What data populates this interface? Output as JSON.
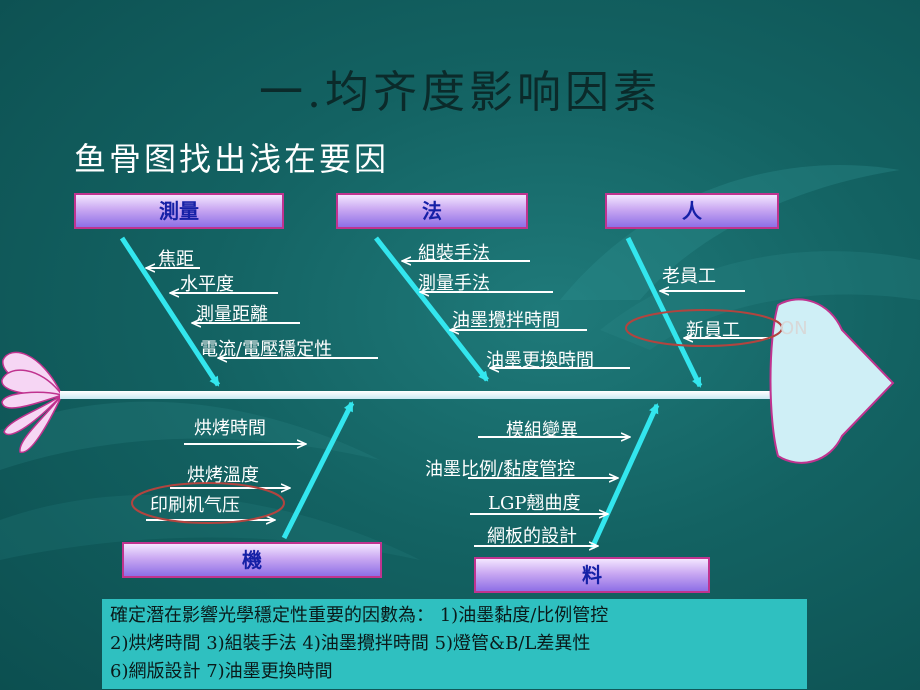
{
  "title": "一.均齐度影响因素",
  "subtitle": "鱼骨图找出浅在要因",
  "categories": {
    "measure": "測量",
    "method": "法",
    "man": "人",
    "machine": "機",
    "material": "料"
  },
  "causes": {
    "measure": [
      "焦距",
      "水平度",
      "測量距離",
      "電流/電壓穩定性"
    ],
    "method": [
      "組裝手法",
      "測量手法",
      "油墨攪拌時間",
      "油墨更換時間"
    ],
    "man": [
      "老員工",
      "新員工"
    ],
    "machine": [
      "烘烤時間",
      "烘烤溫度",
      "印刷机气压"
    ],
    "material": [
      "模組變異",
      "油墨比例/黏度管控",
      "LGP翹曲度",
      "網板的設計"
    ]
  },
  "head_text": "ON",
  "summary": {
    "line1": "確定潛在影響光學穩定性重要的因數為：  1)油墨黏度/比例管控",
    "line2": "2)烘烤時間    3)組裝手法  4)油墨攪拌時間   5)燈管&B/L差異性",
    "line3": "6)網版設計 7)油墨更換時間"
  },
  "colors": {
    "background": "#136262",
    "arrow": "#33e6ee",
    "box_border": "#c0338f",
    "box_text": "#1520a6",
    "summary_bg": "#2fc0c0",
    "head_fill": "#cfeff6",
    "tail_fill": "#f6d6f4"
  }
}
